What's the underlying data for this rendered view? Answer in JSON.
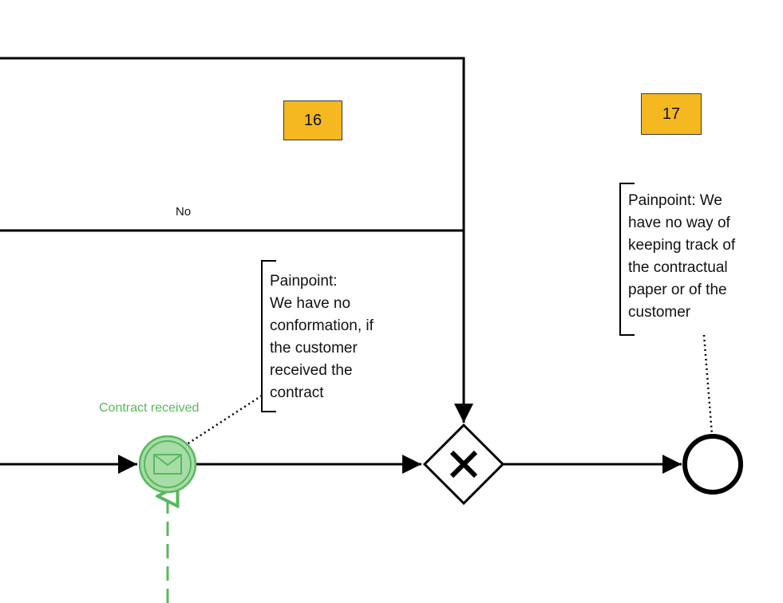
{
  "diagram": {
    "task_badges": [
      {
        "id": "16",
        "label": "16"
      },
      {
        "id": "17",
        "label": "17"
      }
    ],
    "flow_labels": {
      "no": "No"
    },
    "events": {
      "message_start": {
        "label": "Contract received",
        "icon": "envelope-icon",
        "color": "#58b85c"
      },
      "end_event": {
        "icon": "end-event-circle"
      }
    },
    "gateway": {
      "icon": "exclusive-gateway-x",
      "symbol": "X"
    },
    "annotations": [
      {
        "id": "painpoint-16",
        "text": "Painpoint:\nWe have no\nconformation, if\nthe customer\nreceived the\ncontract"
      },
      {
        "id": "painpoint-17",
        "text": "Painpoint: We\nhave no way of\nkeeping track of\nthe contractual\npaper or of the\ncustomer"
      }
    ],
    "colors": {
      "badge_fill": "#f5b820",
      "message_event": "#58b85c",
      "line": "#000000"
    }
  }
}
